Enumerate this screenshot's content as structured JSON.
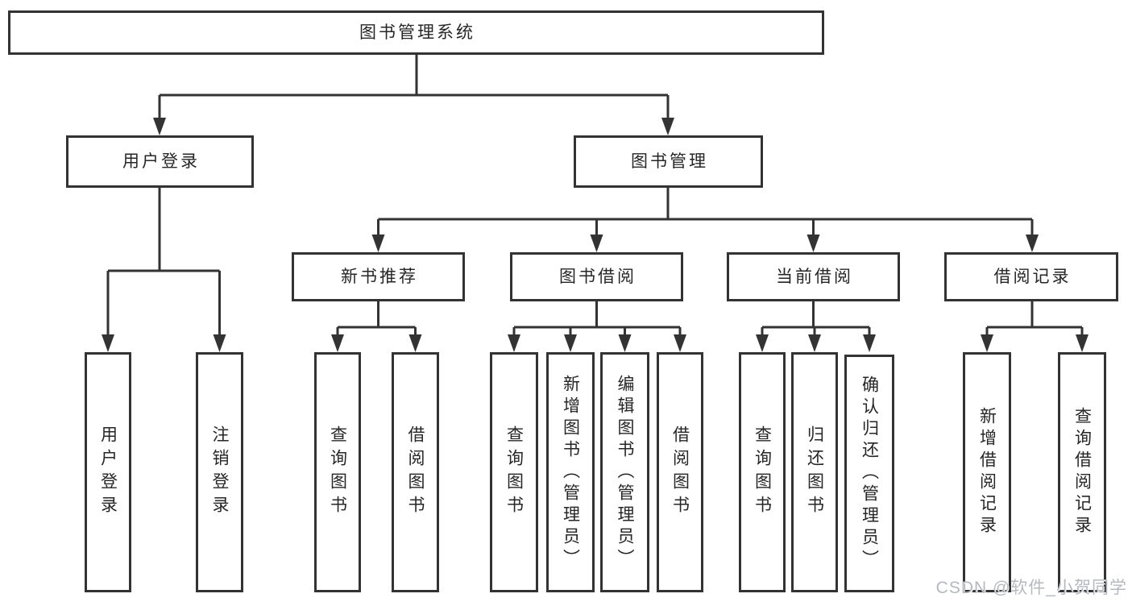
{
  "diagram": {
    "root_label": "图书管理系统",
    "level2": {
      "user_login": "用户登录",
      "book_management": "图书管理"
    },
    "level3": {
      "new_book_recommend": "新书推荐",
      "book_borrowing": "图书借阅",
      "current_borrowing": "当前借阅",
      "borrowing_records": "借阅记录"
    },
    "leaves": {
      "user_login": [
        "用户登录",
        "注销登录"
      ],
      "new_book_recommend": [
        "查询图书",
        "借阅图书"
      ],
      "book_borrowing": [
        "查询图书",
        "新增图书（管理员）",
        "编辑图书（管理员）",
        "借阅图书"
      ],
      "current_borrowing": [
        "查询图书",
        "归还图书",
        "确认归还（管理员）"
      ],
      "borrowing_records": [
        "新增借阅记录",
        "查询借阅记录"
      ]
    }
  },
  "watermark": {
    "text": "CSDN @软件_小贺同学"
  },
  "colors": {
    "line": "#333333",
    "text": "#262626",
    "background": "#ffffff",
    "watermark": "#b4b9c1"
  }
}
